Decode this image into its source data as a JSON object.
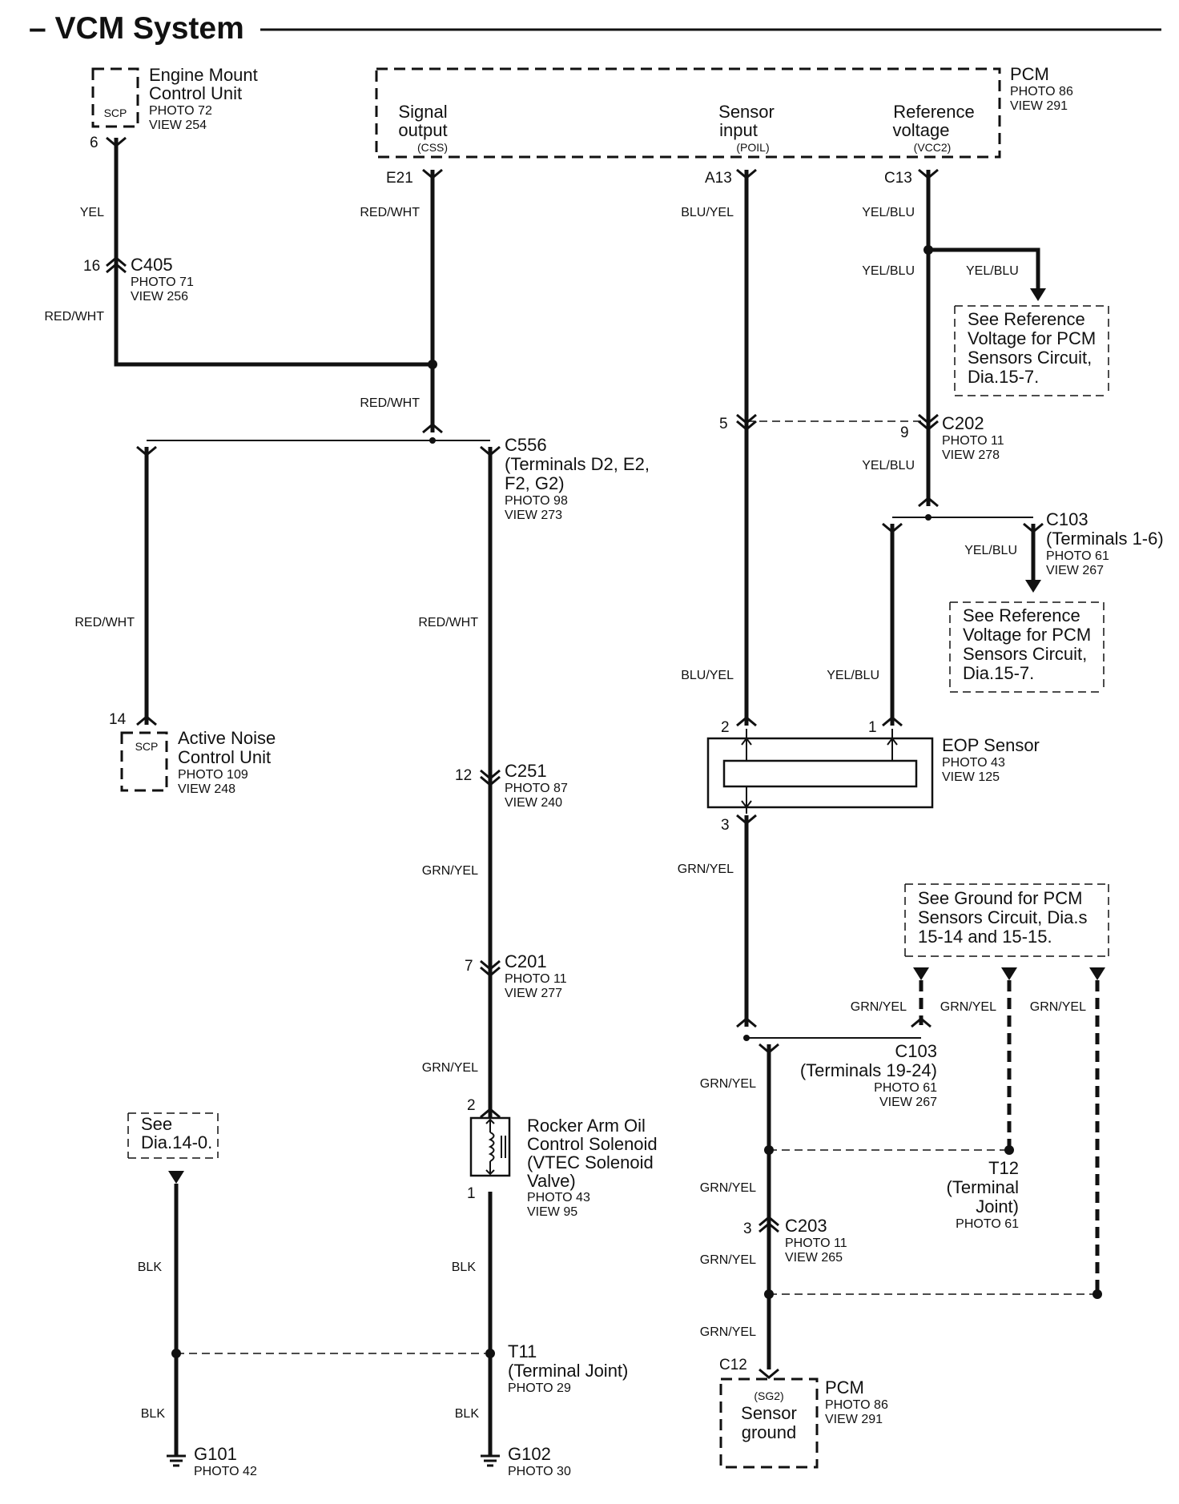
{
  "title": "– VCM System",
  "pcm_top": {
    "name": "PCM",
    "photo": "PHOTO 86",
    "view": "VIEW 291",
    "signal_output": [
      "Signal",
      "output"
    ],
    "signal_output_code": "(CSS)",
    "sensor_input": [
      "Sensor",
      "input"
    ],
    "sensor_input_code": "(POIL)",
    "reference_voltage": [
      "Reference",
      "voltage"
    ],
    "reference_voltage_code": "(VCC2)",
    "pins": {
      "e21": "E21",
      "a13": "A13",
      "c13": "C13"
    }
  },
  "engine_mount": {
    "name": [
      "Engine Mount",
      "Control Unit"
    ],
    "scp": "SCP",
    "photo": "PHOTO 72",
    "view": "VIEW 254",
    "pin": "6"
  },
  "active_noise": {
    "name": [
      "Active Noise",
      "Control Unit"
    ],
    "scp": "SCP",
    "photo": "PHOTO 109",
    "view": "VIEW 248",
    "pin": "14"
  },
  "c405": {
    "id": "C405",
    "photo": "PHOTO 71",
    "view": "VIEW 256",
    "pin": "16"
  },
  "c556": {
    "id": "C556",
    "desc": [
      "(Terminals D2, E2,",
      "F2, G2)"
    ],
    "photo": "PHOTO 98",
    "view": "VIEW 273"
  },
  "c251": {
    "id": "C251",
    "photo": "PHOTO 87",
    "view": "VIEW 240",
    "pin": "12"
  },
  "c201": {
    "id": "C201",
    "photo": "PHOTO 11",
    "view": "VIEW 277",
    "pin": "7"
  },
  "solenoid": {
    "name": [
      "Rocker Arm Oil",
      "Control Solenoid",
      "(VTEC Solenoid",
      "Valve)"
    ],
    "photo": "PHOTO 43",
    "view": "VIEW 95",
    "pin_top": "2",
    "pin_bottom": "1"
  },
  "see_dia_14": [
    "See",
    "Dia.14-0."
  ],
  "t11": {
    "id": "T11",
    "desc": "(Terminal Joint)",
    "photo": "PHOTO 29"
  },
  "g101": {
    "id": "G101",
    "photo": "PHOTO 42"
  },
  "g102": {
    "id": "G102",
    "photo": "PHOTO 30"
  },
  "c202": {
    "id": "C202",
    "photo": "PHOTO 11",
    "view": "VIEW 278",
    "pin_left": "5",
    "pin_right": "9"
  },
  "see_ref_voltage": [
    "See  Reference",
    "Voltage for PCM",
    "Sensors Circuit,",
    "Dia.15-7."
  ],
  "c103_top": {
    "id": "C103",
    "desc": "(Terminals 1-6)",
    "photo": "PHOTO 61",
    "view": "VIEW 267"
  },
  "eop_sensor": {
    "name": "EOP Sensor",
    "photo": "PHOTO 43",
    "view": "VIEW 125",
    "pin_left": "2",
    "pin_right": "1",
    "pin_bottom": "3"
  },
  "see_ground": [
    "See Ground for PCM",
    "Sensors Circuit, Dia.s",
    "15-14 and 15-15."
  ],
  "c103_bottom": {
    "id": "C103",
    "desc": "(Terminals 19-24)",
    "photo": "PHOTO 61",
    "view": "VIEW 267"
  },
  "t12": {
    "id": "T12",
    "desc": [
      "(Terminal",
      "Joint)"
    ],
    "photo": "PHOTO 61"
  },
  "c203": {
    "id": "C203",
    "photo": "PHOTO 11",
    "view": "VIEW 265",
    "pin": "3"
  },
  "pcm_bottom": {
    "name": "PCM",
    "photo": "PHOTO 86",
    "view": "VIEW 291",
    "code": "(SG2)",
    "label": [
      "Sensor",
      "ground"
    ],
    "pin": "C12"
  },
  "wires": {
    "yel": "YEL",
    "red_wht": "RED/WHT",
    "blu_yel": "BLU/YEL",
    "yel_blu": "YEL/BLU",
    "grn_yel": "GRN/YEL",
    "blk": "BLK"
  }
}
